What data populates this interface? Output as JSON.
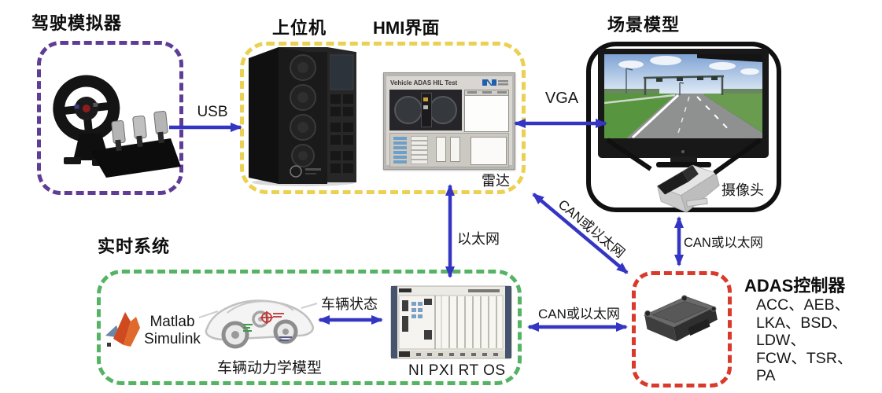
{
  "titles": {
    "driving_simulator": "驾驶模拟器",
    "host_pc": "上位机",
    "hmi": "HMI界面",
    "scenario_model": "场景模型",
    "realtime_system": "实时系统",
    "adas_controller": "ADAS控制器"
  },
  "connections": {
    "usb": "USB",
    "vga": "VGA",
    "radar": "雷达",
    "ethernet": "以太网",
    "can_diagonal": "CAN或以太网",
    "can_camera": "CAN或以太网",
    "can_pxi": "CAN或以太网",
    "vehicle_state": "车辆状态"
  },
  "nodes": {
    "matlab_line1": "Matlab",
    "matlab_line2": "Simulink",
    "vehicle_dynamics_model": "车辆动力学模型",
    "ni_pxi": "NI PXI RT OS",
    "camera": "摄像头"
  },
  "hmi_screen": {
    "title": "Vehicle ADAS HIL Test"
  },
  "adas_functions": [
    "ACC、AEB、",
    "LKA、BSD、",
    "LDW、",
    "FCW、TSR、",
    "PA"
  ],
  "colors": {
    "arrow_blue": "#3535c4",
    "purple_box": "#5f3d97",
    "yellow_box": "#ecd051",
    "green_box": "#55b364",
    "red_box": "#d93a2b",
    "black_box": "#101010"
  }
}
